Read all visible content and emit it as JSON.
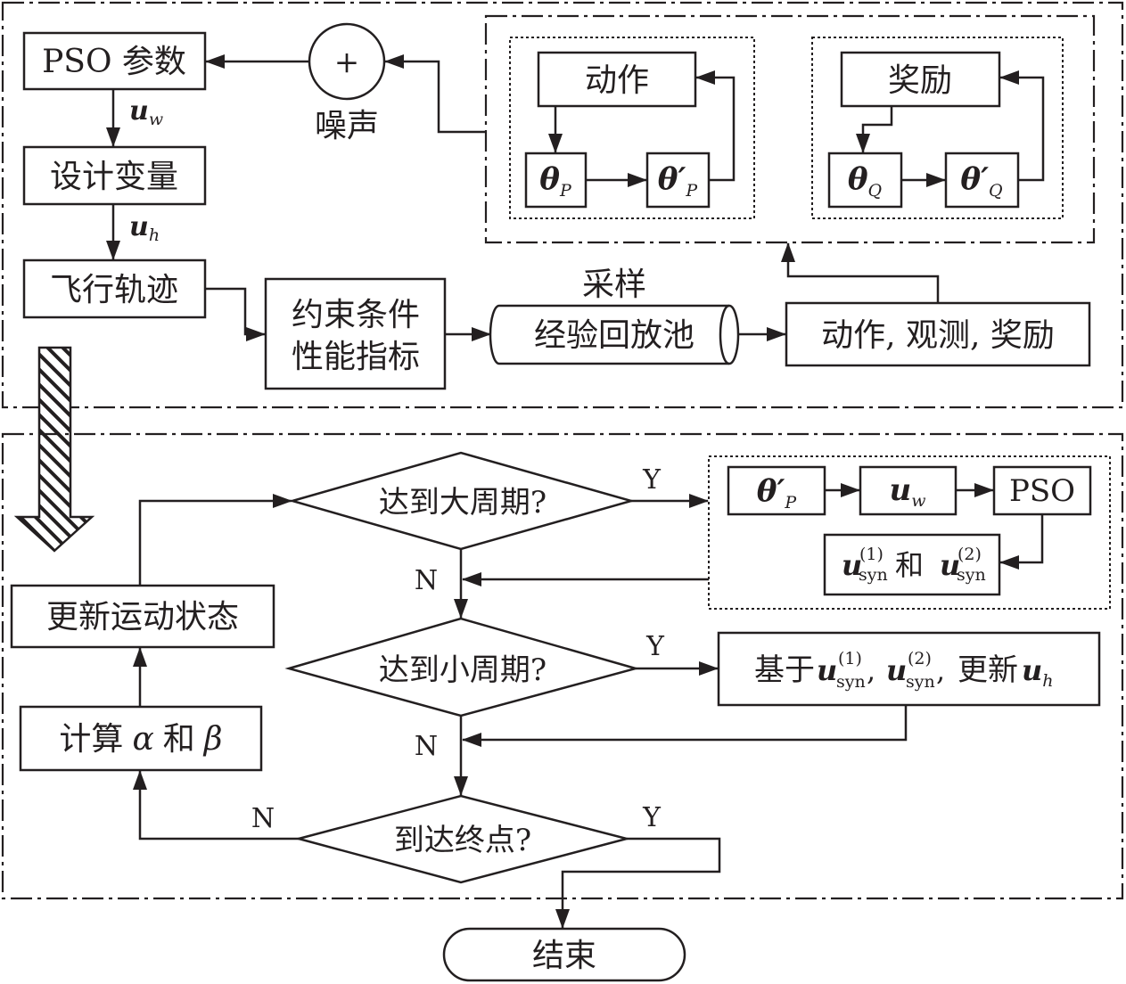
{
  "diagram": {
    "pso_params": "PSO 参数",
    "noise": {
      "symbol": "+",
      "label": "噪声"
    },
    "u_w": {
      "base": "u",
      "sub": "w"
    },
    "u_h": {
      "base": "u",
      "sub": "h"
    },
    "design_vars": "设计变量",
    "flight_traj": "飞行轨迹",
    "constraints": [
      "约束条件",
      "性能指标"
    ],
    "sampling": "采样",
    "replay_pool": "经验回放池",
    "transition": "动作, 观测, 奖励",
    "actor": {
      "title": "动作",
      "theta": {
        "base": "θ",
        "sub": "P"
      },
      "theta_target": {
        "base": "θ",
        "prime": "′",
        "sub": "P"
      }
    },
    "critic": {
      "title": "奖励",
      "theta": {
        "base": "θ",
        "sub": "Q"
      },
      "theta_target": {
        "base": "θ",
        "prime": "′",
        "sub": "Q"
      }
    },
    "big_cycle": "达到大周期?",
    "small_cycle": "达到小周期?",
    "end_check": "到达终点?",
    "yes": "Y",
    "no": "N",
    "pso": "PSO",
    "u_syn": {
      "base": "u",
      "sub": "syn",
      "sup1": "(1)",
      "sup2": "(2)",
      "and": "和"
    },
    "update_uh": {
      "prefix": "基于",
      "sep": ",",
      "update": "更新"
    },
    "update_state": "更新运动状态",
    "compute": {
      "prefix": "计算",
      "alpha": "α",
      "and": "和",
      "beta": "β"
    },
    "end": "结束"
  }
}
